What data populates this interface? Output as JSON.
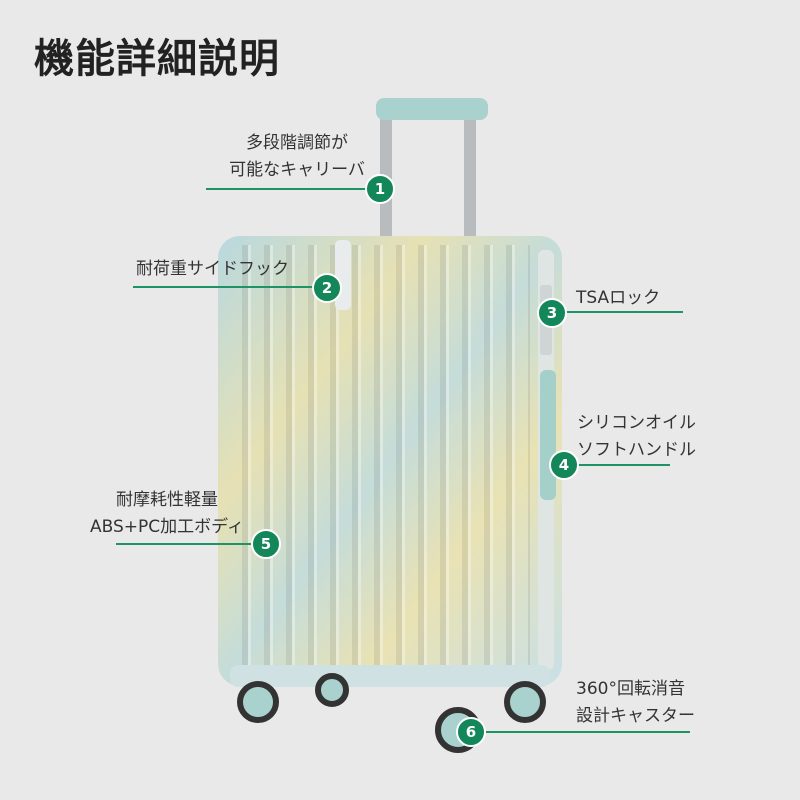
{
  "title": "機能詳細説明",
  "accent_color": "#13875a",
  "features": [
    {
      "number": "1",
      "lines": [
        "多段階調節が",
        "可能なキャリーバ"
      ]
    },
    {
      "number": "2",
      "lines": [
        "耐荷重サイドフック"
      ]
    },
    {
      "number": "3",
      "lines": [
        "TSAロック"
      ]
    },
    {
      "number": "4",
      "lines": [
        "シリコンオイル",
        "ソフトハンドル"
      ]
    },
    {
      "number": "5",
      "lines": [
        "耐摩耗性軽量",
        "ABS+PC加工ボディ"
      ]
    },
    {
      "number": "6",
      "lines": [
        "360°回転消音",
        "設計キャスター"
      ]
    }
  ]
}
